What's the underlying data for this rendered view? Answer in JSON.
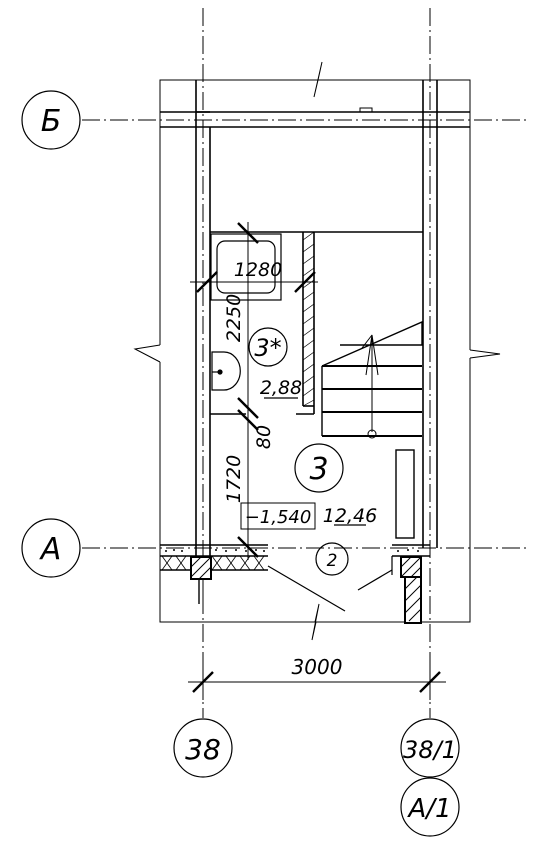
{
  "grid_axes": {
    "b": "Б",
    "a": "А",
    "c38": "38",
    "c38_1": "38/1",
    "a1": "А/1"
  },
  "dimensions": {
    "w1280": "1280",
    "h2250": "2250",
    "d80": "80",
    "h1720": "1720",
    "w3000": "3000"
  },
  "rooms": {
    "r3star": "3*",
    "r3": "3",
    "r3star_area": "2,88",
    "r3_area": "12,46",
    "level": "−1,540",
    "door2": "2"
  }
}
